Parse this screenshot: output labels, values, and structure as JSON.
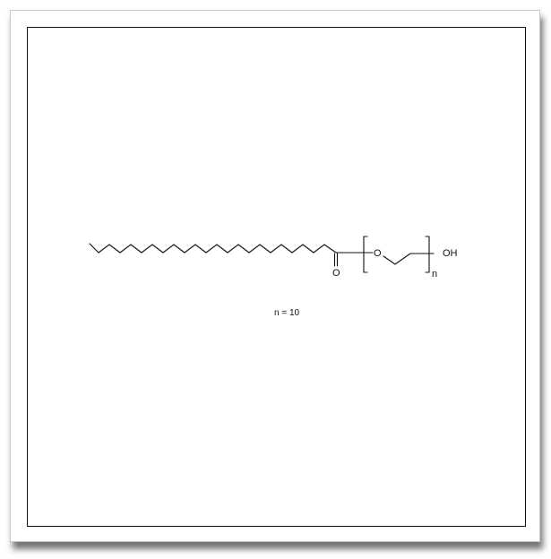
{
  "structure": {
    "atoms": {
      "carbonyl_oxygen": "O",
      "ether_oxygen": "O",
      "hydroxyl": "OH",
      "repeat_subscript": "n"
    },
    "caption": "n = 10"
  }
}
